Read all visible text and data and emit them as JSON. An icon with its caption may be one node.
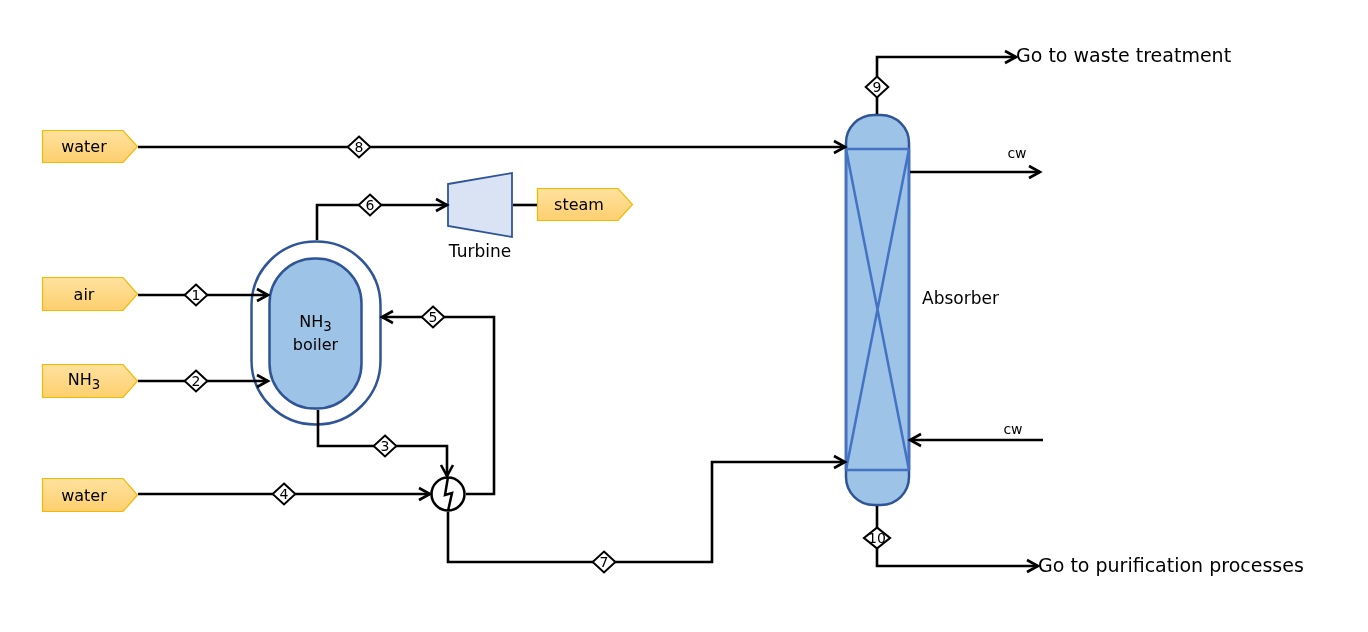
{
  "diagram": {
    "nodes": [
      {
        "text": [
          "water"
        ]
      },
      {
        "text": [
          "air"
        ]
      },
      {
        "text": [
          "NH$_{3}$"
        ]
      },
      {
        "text": [
          "water"
        ]
      },
      {
        "text": [],
        "shape": "box"
      },
      {
        "text": [
          "NH$_{3}$ boiler"
        ],
        "in": 4
      },
      {
        "text": [
          "Turbine"
        ]
      },
      {
        "text": [
          "steam"
        ]
      },
      {
        "text": [],
        "shape": "circle"
      },
      {
        "text": [
          "Absorber"
        ]
      },
      {
        "text": [
          "Go to waste treatment"
        ]
      },
      {
        "text": [
          "Go to purification processes"
        ]
      }
    ],
    "edges": [
      {
        "from": 0,
        "to": 9,
        "arrow": "to",
        "label": "8"
      },
      {
        "from": 1,
        "to": 5,
        "arrow": "to",
        "label": "1"
      },
      {
        "from": 2,
        "to": 5,
        "arrow": "to",
        "label": "2"
      },
      {
        "from": 3,
        "to": 8,
        "arrow": "to",
        "label": "4"
      },
      {
        "from": 5,
        "to": 8,
        "arrow": "to",
        "label": "3"
      },
      {
        "from": 8,
        "to": 4,
        "arrow": "to",
        "label": "5"
      },
      {
        "from": 4,
        "to": 6,
        "arrow": "to",
        "label": "6"
      },
      {
        "from": 6,
        "to": 7,
        "arrow": "none"
      },
      {
        "from": 8,
        "to": 9,
        "arrow": "to",
        "label": "7"
      },
      {
        "from": 9,
        "to": 10,
        "arrow": "to",
        "label": "9"
      },
      {
        "from": 9,
        "to": 11,
        "arrow": "to",
        "label": "10"
      },
      {
        "from": 9,
        "to": null,
        "arrow": "to",
        "label": "cw"
      },
      {
        "from": null,
        "to": 9,
        "arrow": "to",
        "label": "cw"
      }
    ]
  }
}
